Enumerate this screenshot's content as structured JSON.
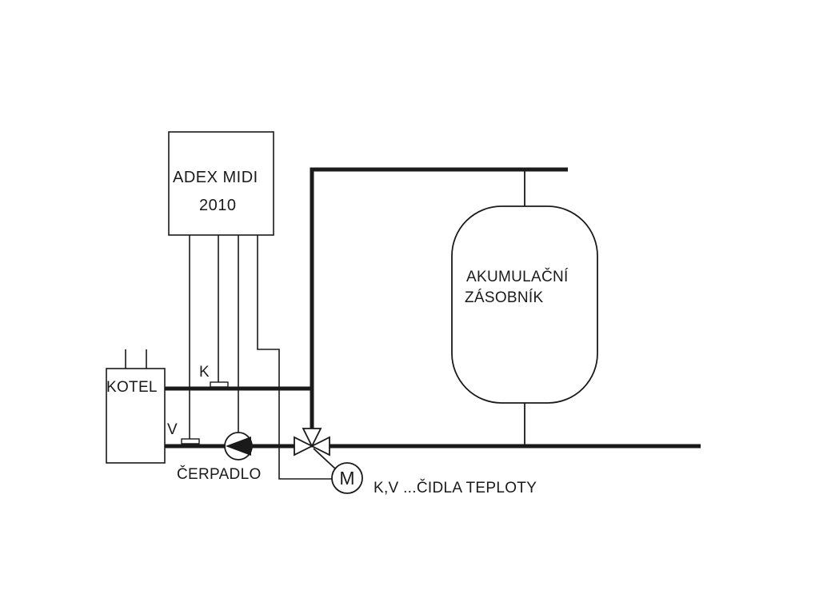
{
  "controller": {
    "name": "ADEX MIDI",
    "model_year": "2010"
  },
  "boiler": {
    "label": "KOTEL"
  },
  "tank": {
    "line1": "AKUMULAČNÍ",
    "line2": "ZÁSOBNÍK"
  },
  "sensors": {
    "k_label": "K",
    "v_label": "V",
    "legend": "K,V ...ČIDLA TEPLOTY"
  },
  "pump": {
    "label": "ČERPADLO"
  },
  "motor": {
    "label": "M"
  },
  "colors": {
    "line": "#1a1a1a",
    "background": "#ffffff"
  }
}
